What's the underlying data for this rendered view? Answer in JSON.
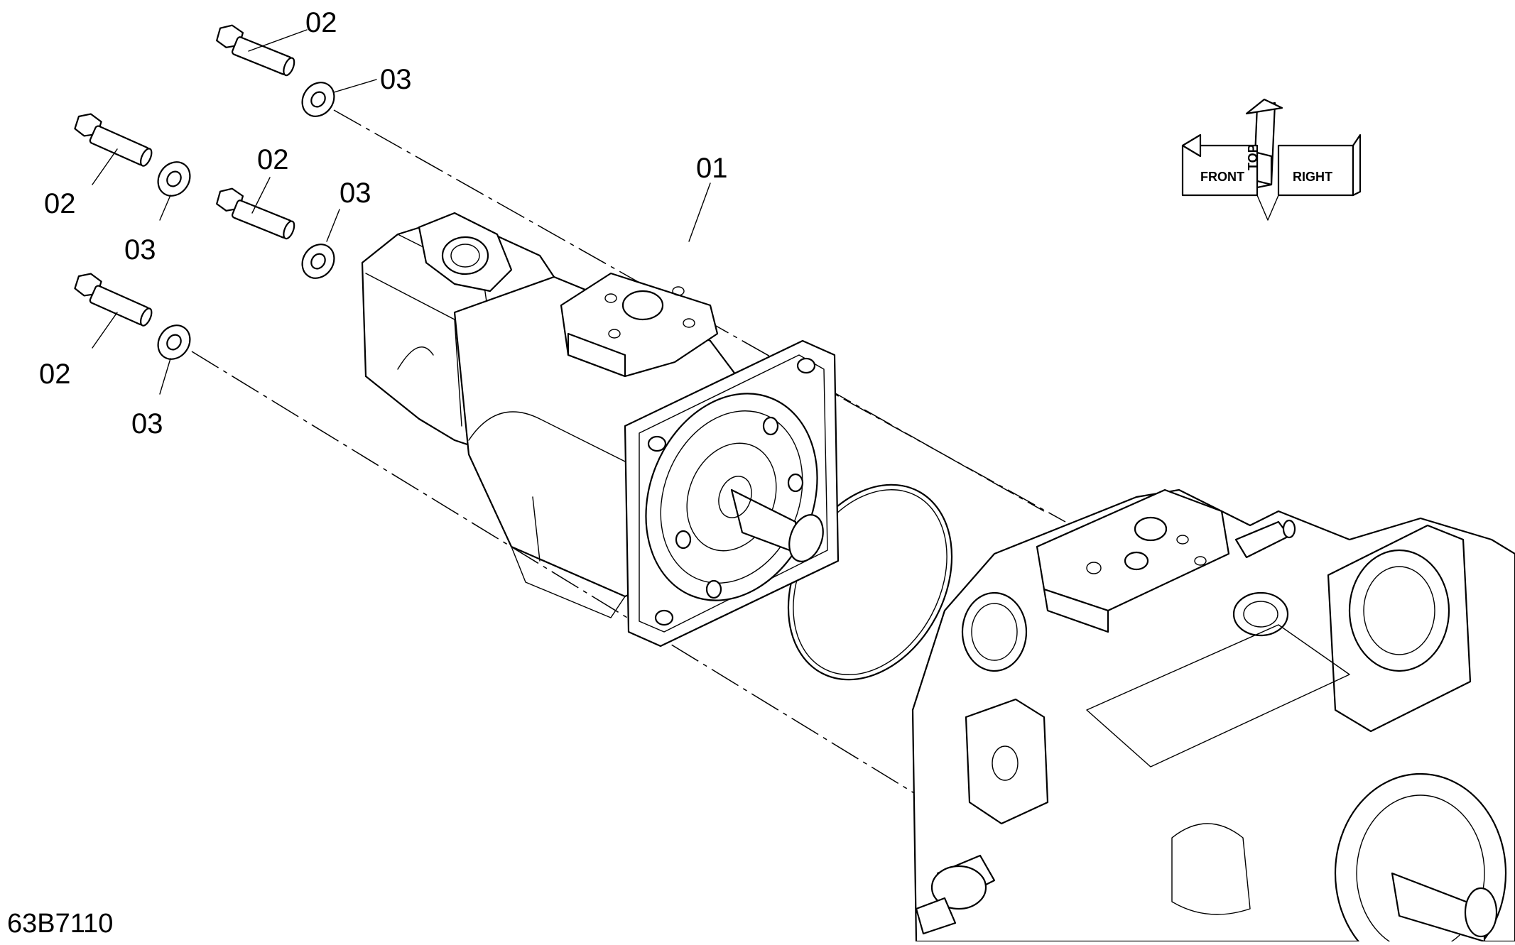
{
  "diagram": {
    "drawing_code": "63B7110",
    "callouts": {
      "part_01": "01",
      "bolt_a": "02",
      "bolt_b": "02",
      "bolt_c": "02",
      "bolt_d": "02",
      "washer_a": "03",
      "washer_b": "03",
      "washer_c": "03",
      "washer_d": "03"
    },
    "orientation": {
      "top": "TOP",
      "front": "FRONT",
      "right": "RIGHT"
    }
  }
}
